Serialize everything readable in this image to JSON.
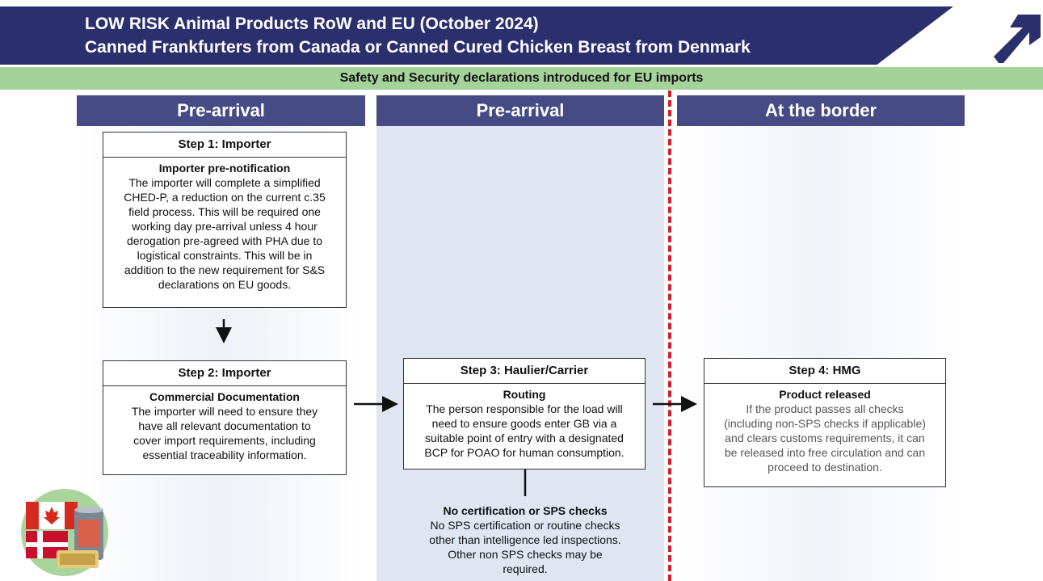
{
  "header": {
    "title_line1": "LOW RISK Animal Products RoW and EU (October 2024)",
    "title_line2": "Canned Frankfurters from Canada or Canned Cured Chicken Breast from Denmark",
    "logo_icon": "arrow-up-right-icon"
  },
  "banner": {
    "text": "Safety and Security declarations introduced for EU imports"
  },
  "columns": [
    {
      "label": "Pre-arrival"
    },
    {
      "label": "Pre-arrival"
    },
    {
      "label": "At the border"
    }
  ],
  "steps": {
    "step1": {
      "title": "Step 1: Importer",
      "subtitle": "Importer pre-notification",
      "lines": [
        "The importer will complete a simplified",
        "CHED-P, a reduction on the current c.35",
        "field process. This will be required one",
        "working day pre-arrival unless 4 hour",
        "derogation pre-agreed with PHA due to",
        "logistical constraints. This will be in",
        "addition to the new requirement for S&S",
        "declarations on EU goods."
      ]
    },
    "step2": {
      "title": "Step 2: Importer",
      "subtitle": "Commercial Documentation",
      "lines": [
        "The importer will need to ensure they",
        "have all relevant documentation to",
        "cover import requirements, including",
        "essential traceability information."
      ]
    },
    "step3": {
      "title": "Step 3: Haulier/Carrier",
      "subtitle": "Routing",
      "lines": [
        "The person responsible for the load will",
        "need to ensure goods enter GB via a",
        "suitable point of entry with a designated",
        "BCP for POAO for human consumption."
      ]
    },
    "step4": {
      "title": "Step 4: HMG",
      "subtitle": "Product released",
      "lines": [
        "If the product passes all checks",
        "(including non-SPS checks if applicable)",
        "and clears customs requirements, it can",
        "be released into free circulation and can",
        "proceed to destination."
      ]
    }
  },
  "note": {
    "title": "No certification or SPS checks",
    "lines": [
      "No SPS certification or routine checks",
      "other than intelligence led inspections.",
      "Other non SPS checks may be",
      "required."
    ]
  },
  "colors": {
    "header_navy": "#2c2f6e",
    "column_header": "#464b86",
    "banner_green": "#a4d29a",
    "border_divider_red": "#d0202a"
  }
}
